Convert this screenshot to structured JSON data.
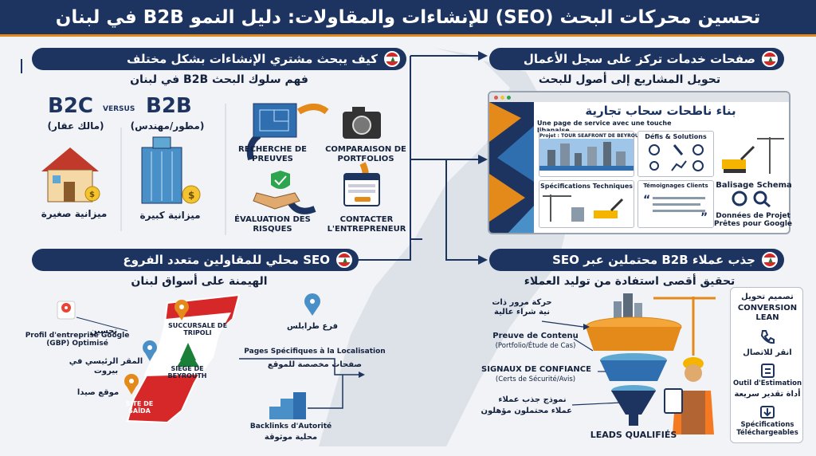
{
  "title": "تحسين محركات البحث (SEO) للإنشاءات والمقاولات: دليل النمو B2B في لبنان",
  "colors": {
    "navy": "#1d3461",
    "orange": "#e38a1b",
    "red": "#d62828",
    "green": "#1a7f37"
  },
  "s1": {
    "title": "كيف يبحث مشتري الإنشاءات بشكل مختلف",
    "sub": "فهم سلوك البحث B2B في لبنان",
    "b2c": "B2C",
    "versus": "VERSUS",
    "b2b": "B2B",
    "b2b_role": "(مطور/مهندس)",
    "b2c_role": "(مالك عقار)",
    "big_budget": "ميزانية كبيرة",
    "small_budget": "ميزانية صغيرة",
    "cycle": [
      "RECHERCHE DE PREUVES",
      "COMPARAISON DE PORTFOLIOS",
      "ÉVALUATION DES RISQUES",
      "CONTACTER L'ENTREPRENEUR"
    ]
  },
  "s2": {
    "title": "صفحات خدمات تركز على سجل الأعمال",
    "sub": "تحويل المشاريع إلى أصول للبحث",
    "browser_title": "بناء ناطحات سحاب تجارية",
    "tagline": "Une page de service avec une touche libanaise",
    "cards": {
      "projet": "Projet : TOUR SEAFRONT DE BEYROUTH",
      "defis": "Défis & Solutions",
      "specs": "Spécifications Techniques",
      "temoignages": "Témoignages Clients"
    },
    "schema": "Balisage Schema",
    "donnees": "Données de Projet Prêtes pour Google"
  },
  "s3": {
    "title": "SEO محلي للمقاولين متعدد الفروع",
    "sub": "الهيمنة على أسواق لبنان",
    "gbp_fr": "Profil d'entreprise Google (GBP) Optimisé",
    "gbp_ar": "تحسين",
    "hq_ar": "المقر الرئيسي في بيروت",
    "saida_ar": "موقع صيدا",
    "tripoli_ar": "فرع طرابلس",
    "tripoli_map": "SUCCURSALE DE TRIPOLI",
    "beyrouth_map": "SIEGE DE BEYROUTH",
    "saida_map": "SITE DE SAÏDA",
    "pages_fr": "Pages Spécifiques à la Localisation",
    "pages_ar": "صفحات مخصصة للموقع",
    "backlinks_fr": "Backlinks d'Autorité",
    "backlinks_ar": "محلية موثوقة"
  },
  "s4": {
    "title": "جذب عملاء B2B محتملين عبر SEO",
    "sub": "تحقيق أقصى استفادة من توليد العملاء",
    "traffic_ar": "حركة مرور ذات نية شراء عالية",
    "preuve_fr": "Preuve de Contenu",
    "preuve_sub": "(Portfolio/Étude de Cas)",
    "signaux_fr": "SIGNAUX DE CONFIANCE",
    "signaux_sub": "(Certs de Sécurité/Avis)",
    "form_ar": "نموذج جذب عملاء",
    "form_ar2": "عملاء محتملون مؤهلون",
    "leads": "LEADS QUALIFIÉS",
    "side_ar": "تصميم تحويل",
    "side_fr": "CONVERSION LEAN",
    "call_ar": "انقر للاتصال",
    "estim_fr": "Outil d'Estimation",
    "estim_ar": "أداة تقدير سريعة",
    "specs_fr": "Spécifications Téléchargeables"
  }
}
